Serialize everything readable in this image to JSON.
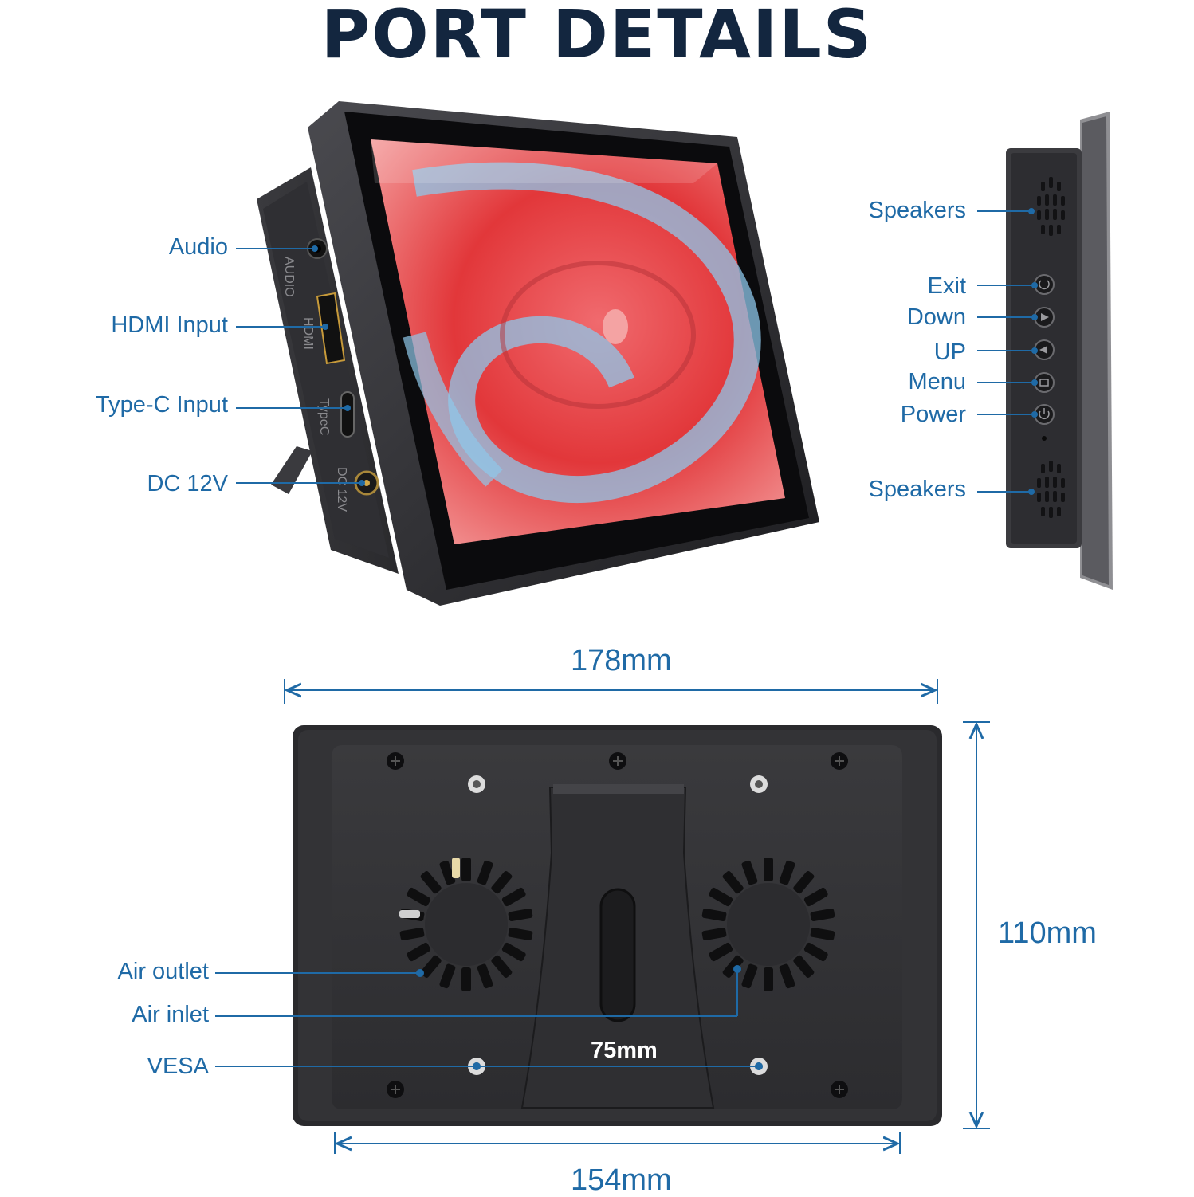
{
  "title": "PORT DETAILS",
  "left_labels": {
    "audio": "Audio",
    "hdmi": "HDMI Input",
    "typec": "Type-C Input",
    "dc": "DC 12V"
  },
  "port_print": {
    "audio": "AUDIO",
    "hdmi": "HDMI",
    "typec": "TypeC",
    "dc": "DC 12V"
  },
  "right_labels": {
    "speakers_top": "Speakers",
    "exit": "Exit",
    "down": "Down",
    "up": "UP",
    "menu": "Menu",
    "power": "Power",
    "speakers_bottom": "Speakers"
  },
  "back_labels": {
    "air_outlet": "Air outlet",
    "air_inlet": "Air inlet",
    "vesa": "VESA"
  },
  "dimensions": {
    "width": "178mm",
    "height": "110mm",
    "inner_width": "154mm",
    "vesa": "75mm"
  },
  "colors": {
    "accent": "#1f6aa6",
    "title": "#13263f",
    "device": "#2b2b2e",
    "screen_red": "#e4383a"
  }
}
